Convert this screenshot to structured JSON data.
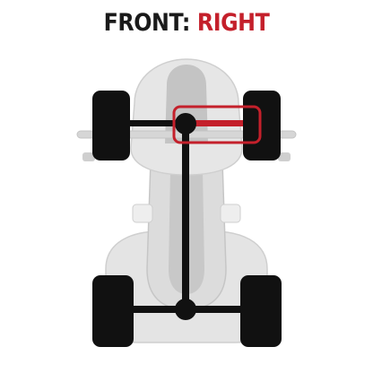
{
  "title": {
    "prefix": "FRONT:",
    "highlight": "RIGHT"
  },
  "colors": {
    "title_text": "#1a1a1a",
    "highlight": "#c4202b",
    "tires": "#111111",
    "axles": "#111111",
    "body": "#e6e6e6",
    "body_shade": "#c9c9c9"
  },
  "diagram": {
    "subject": "atv-top-view",
    "highlighted_component": "front-right-axle-shaft"
  }
}
